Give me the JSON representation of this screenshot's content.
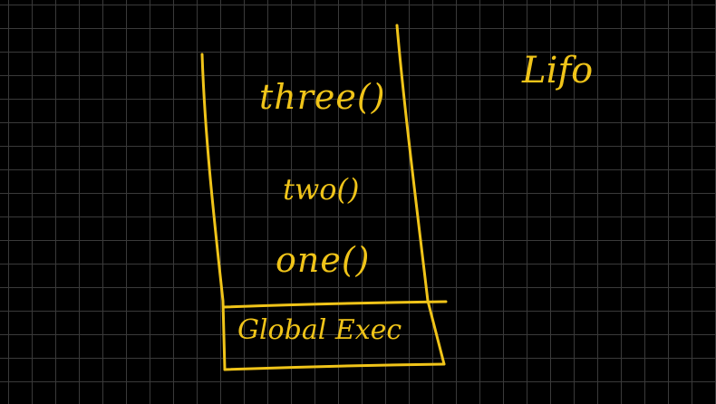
{
  "colors": {
    "ink": "#f0c419",
    "background": "#000000",
    "grid": "#3a3a3a"
  },
  "stack": {
    "frames": [
      "three()",
      "two()",
      "one()"
    ],
    "base_frame": "Global Exec"
  },
  "note": "Lifo"
}
